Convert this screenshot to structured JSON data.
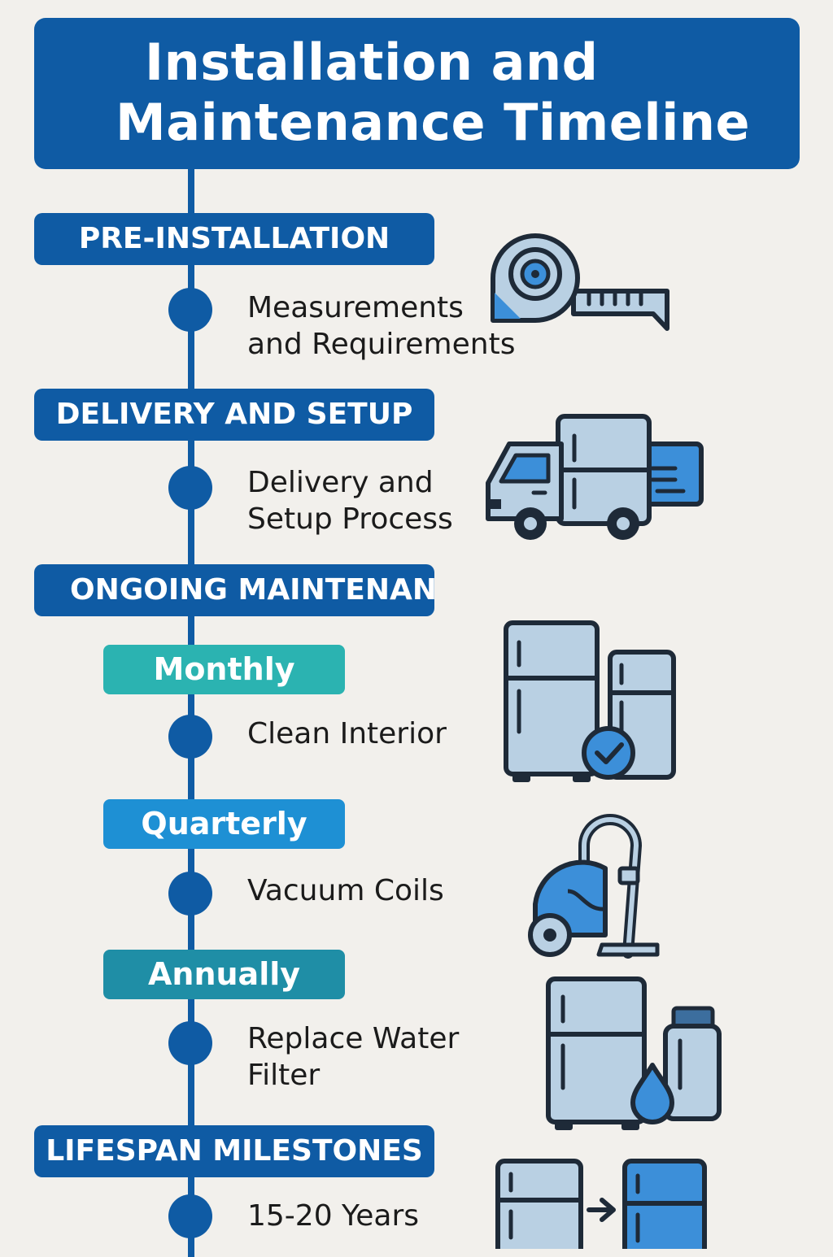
{
  "title": {
    "line1": "Installation and",
    "line2": "Maintenance Timeline"
  },
  "sections": {
    "pre_installation": {
      "label": "PRE-INSTALLATION",
      "step_line1": "Measurements",
      "step_line2": "and Requirements",
      "icon": "tape-measure-icon"
    },
    "delivery": {
      "label": "DELIVERY AND SETUP",
      "step_line1": "Delivery and",
      "step_line2": "Setup Process",
      "icon": "delivery-truck-icon"
    },
    "maintenance": {
      "label": "ONGOING MAINTENANCE",
      "monthly": {
        "label": "Monthly",
        "task": "Clean Interior",
        "color": "#2bb3b1",
        "icon": "refrigerator-check-icon"
      },
      "quarterly": {
        "label": "Quarterly",
        "task": "Vacuum Coils",
        "color": "#1e90d4",
        "icon": "vacuum-cleaner-icon"
      },
      "annually": {
        "label": "Annually",
        "task_line1": "Replace Water",
        "task_line2": "Filter",
        "color": "#1f8ea6",
        "icon": "water-filter-icon"
      }
    },
    "lifespan": {
      "label": "LIFESPAN MILESTONES",
      "step": "15-20 Years",
      "icon": "refrigerator-replace-icon"
    }
  },
  "colors": {
    "primary": "#0f5ba4",
    "background": "#f2f0ec",
    "icon_fill": "#b9d0e3",
    "icon_accent": "#3c8fd9",
    "outline": "#1e2a38"
  }
}
